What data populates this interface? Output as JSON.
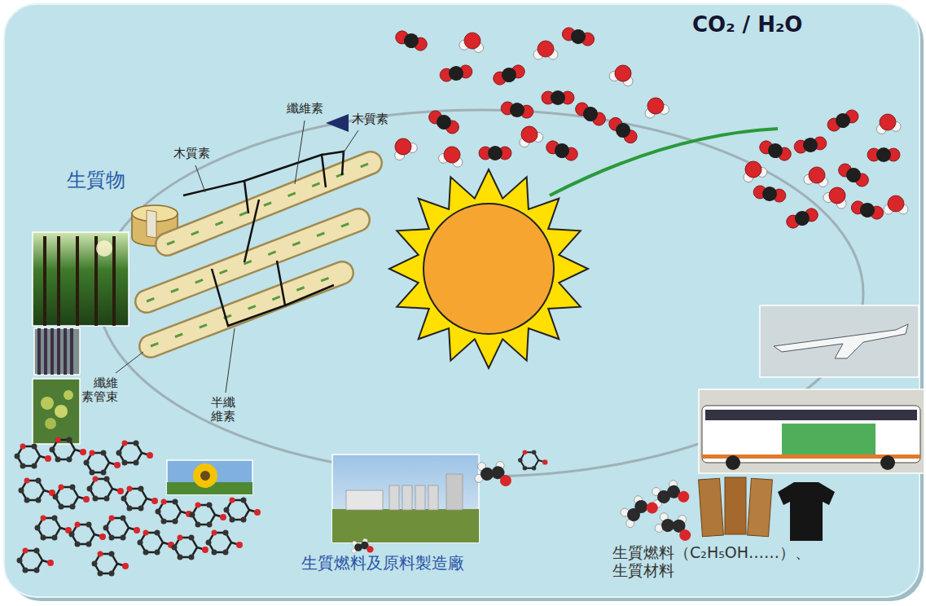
{
  "diagram": {
    "labels": [
      "CO₂ / H₂O",
      "生質物",
      "木質素",
      "纖維素",
      "木質素",
      "纖維素管束",
      "半纖維素",
      "生質燃料及原料製造廠",
      "生質燃料（C₂H₅OH……）、 生質材料"
    ]
  }
}
